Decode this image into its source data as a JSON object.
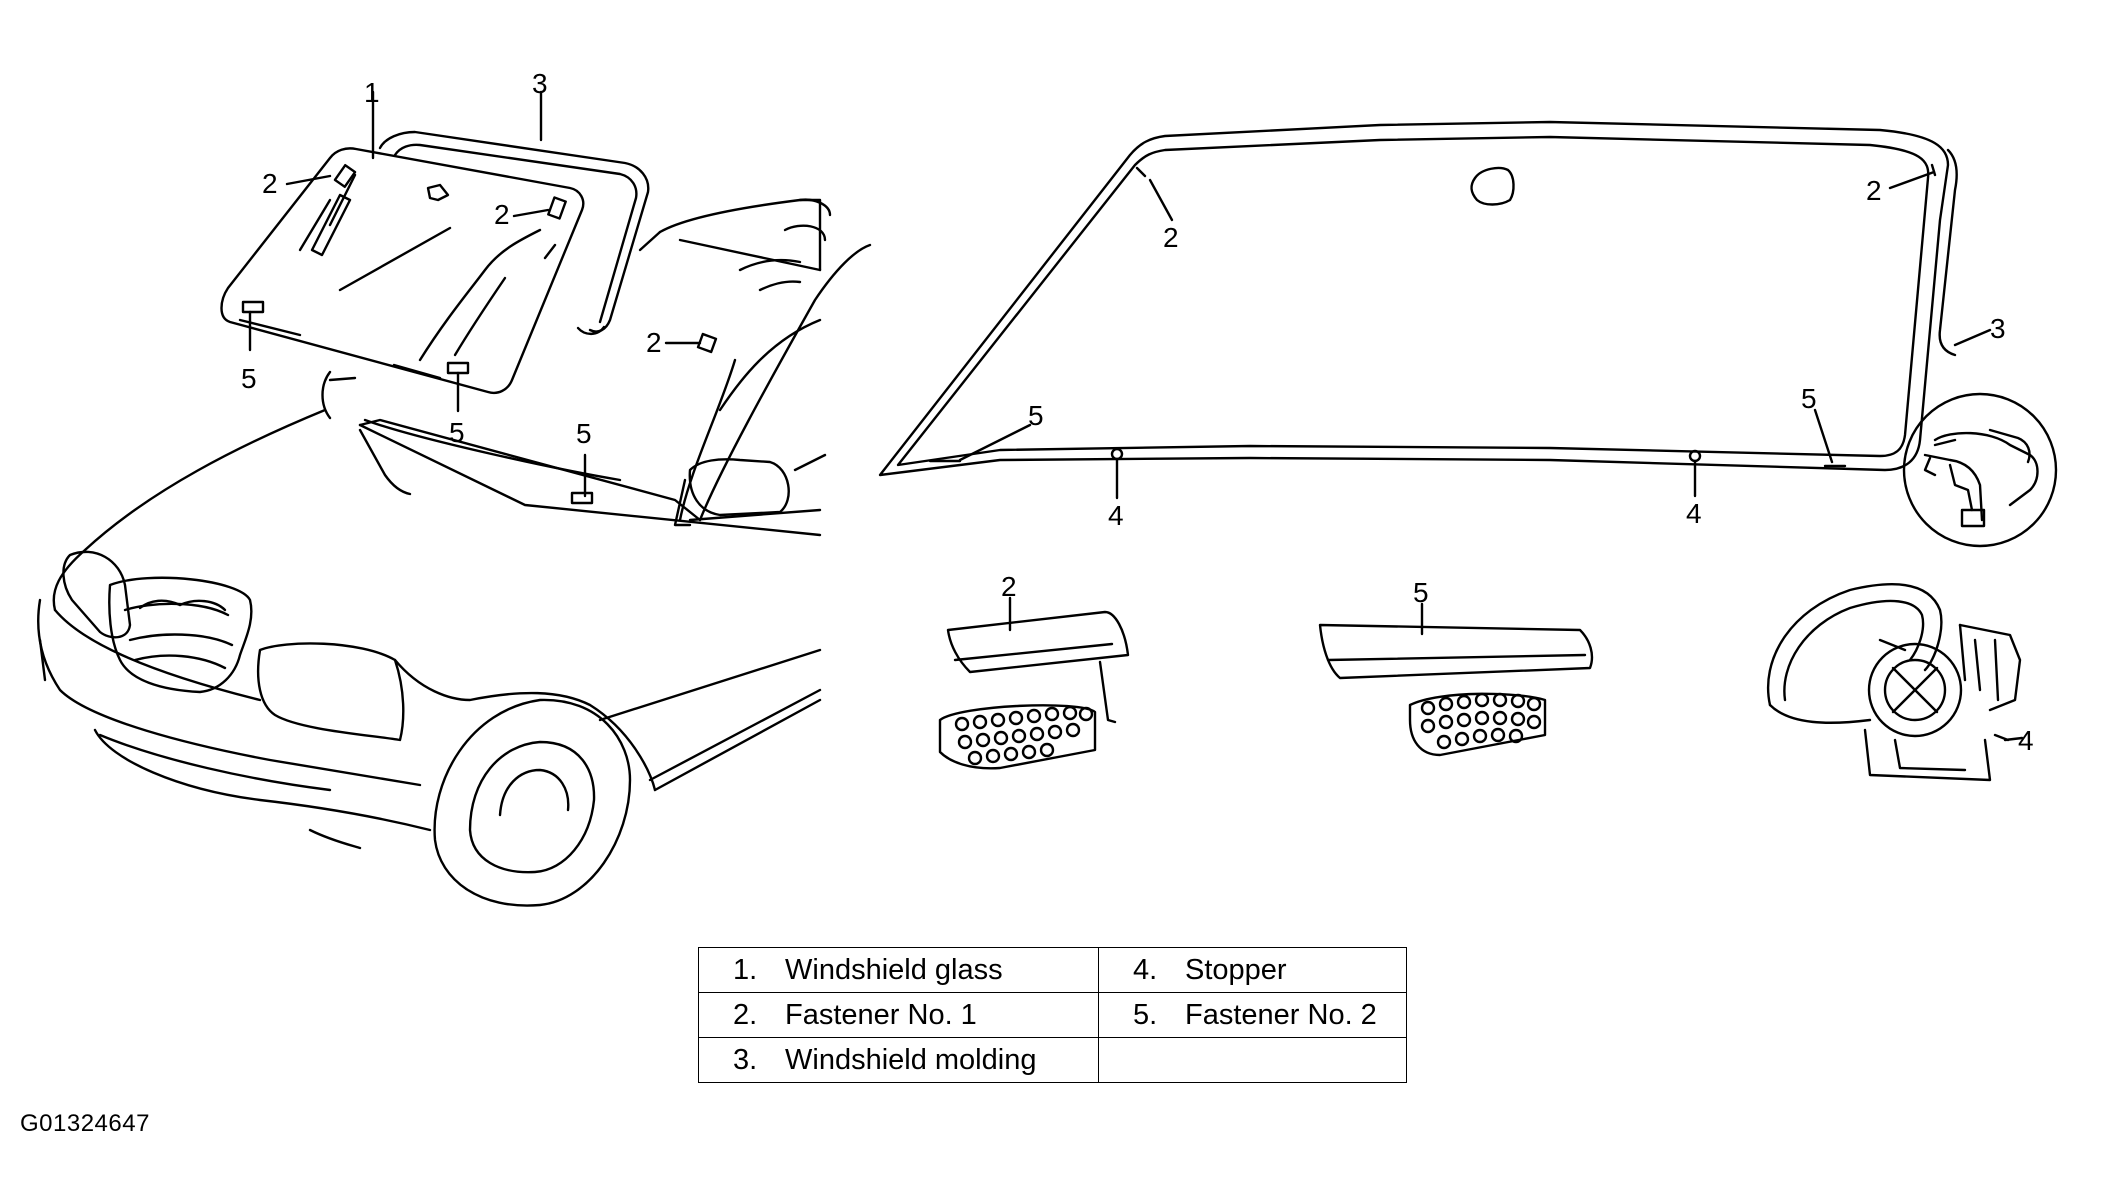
{
  "callouts": {
    "left_1": "1",
    "left_3": "3",
    "left_2a": "2",
    "left_2b": "2",
    "left_2c": "2",
    "left_5a": "5",
    "left_5b": "5",
    "left_5c": "5",
    "glass_2a": "2",
    "glass_2b": "2",
    "glass_3": "3",
    "glass_5a": "5",
    "glass_5b": "5",
    "glass_4a": "4",
    "glass_4b": "4",
    "part_2": "2",
    "part_5": "5",
    "part_4": "4"
  },
  "legend": [
    [
      {
        "num": "1.",
        "text": "Windshield glass"
      },
      {
        "num": "4.",
        "text": "Stopper"
      }
    ],
    [
      {
        "num": "2.",
        "text": "Fastener No. 1"
      },
      {
        "num": "5.",
        "text": "Fastener No. 2"
      }
    ],
    [
      {
        "num": "3.",
        "text": "Windshield molding"
      },
      {
        "num": "",
        "text": ""
      }
    ]
  ],
  "figure_code": "G01324647"
}
